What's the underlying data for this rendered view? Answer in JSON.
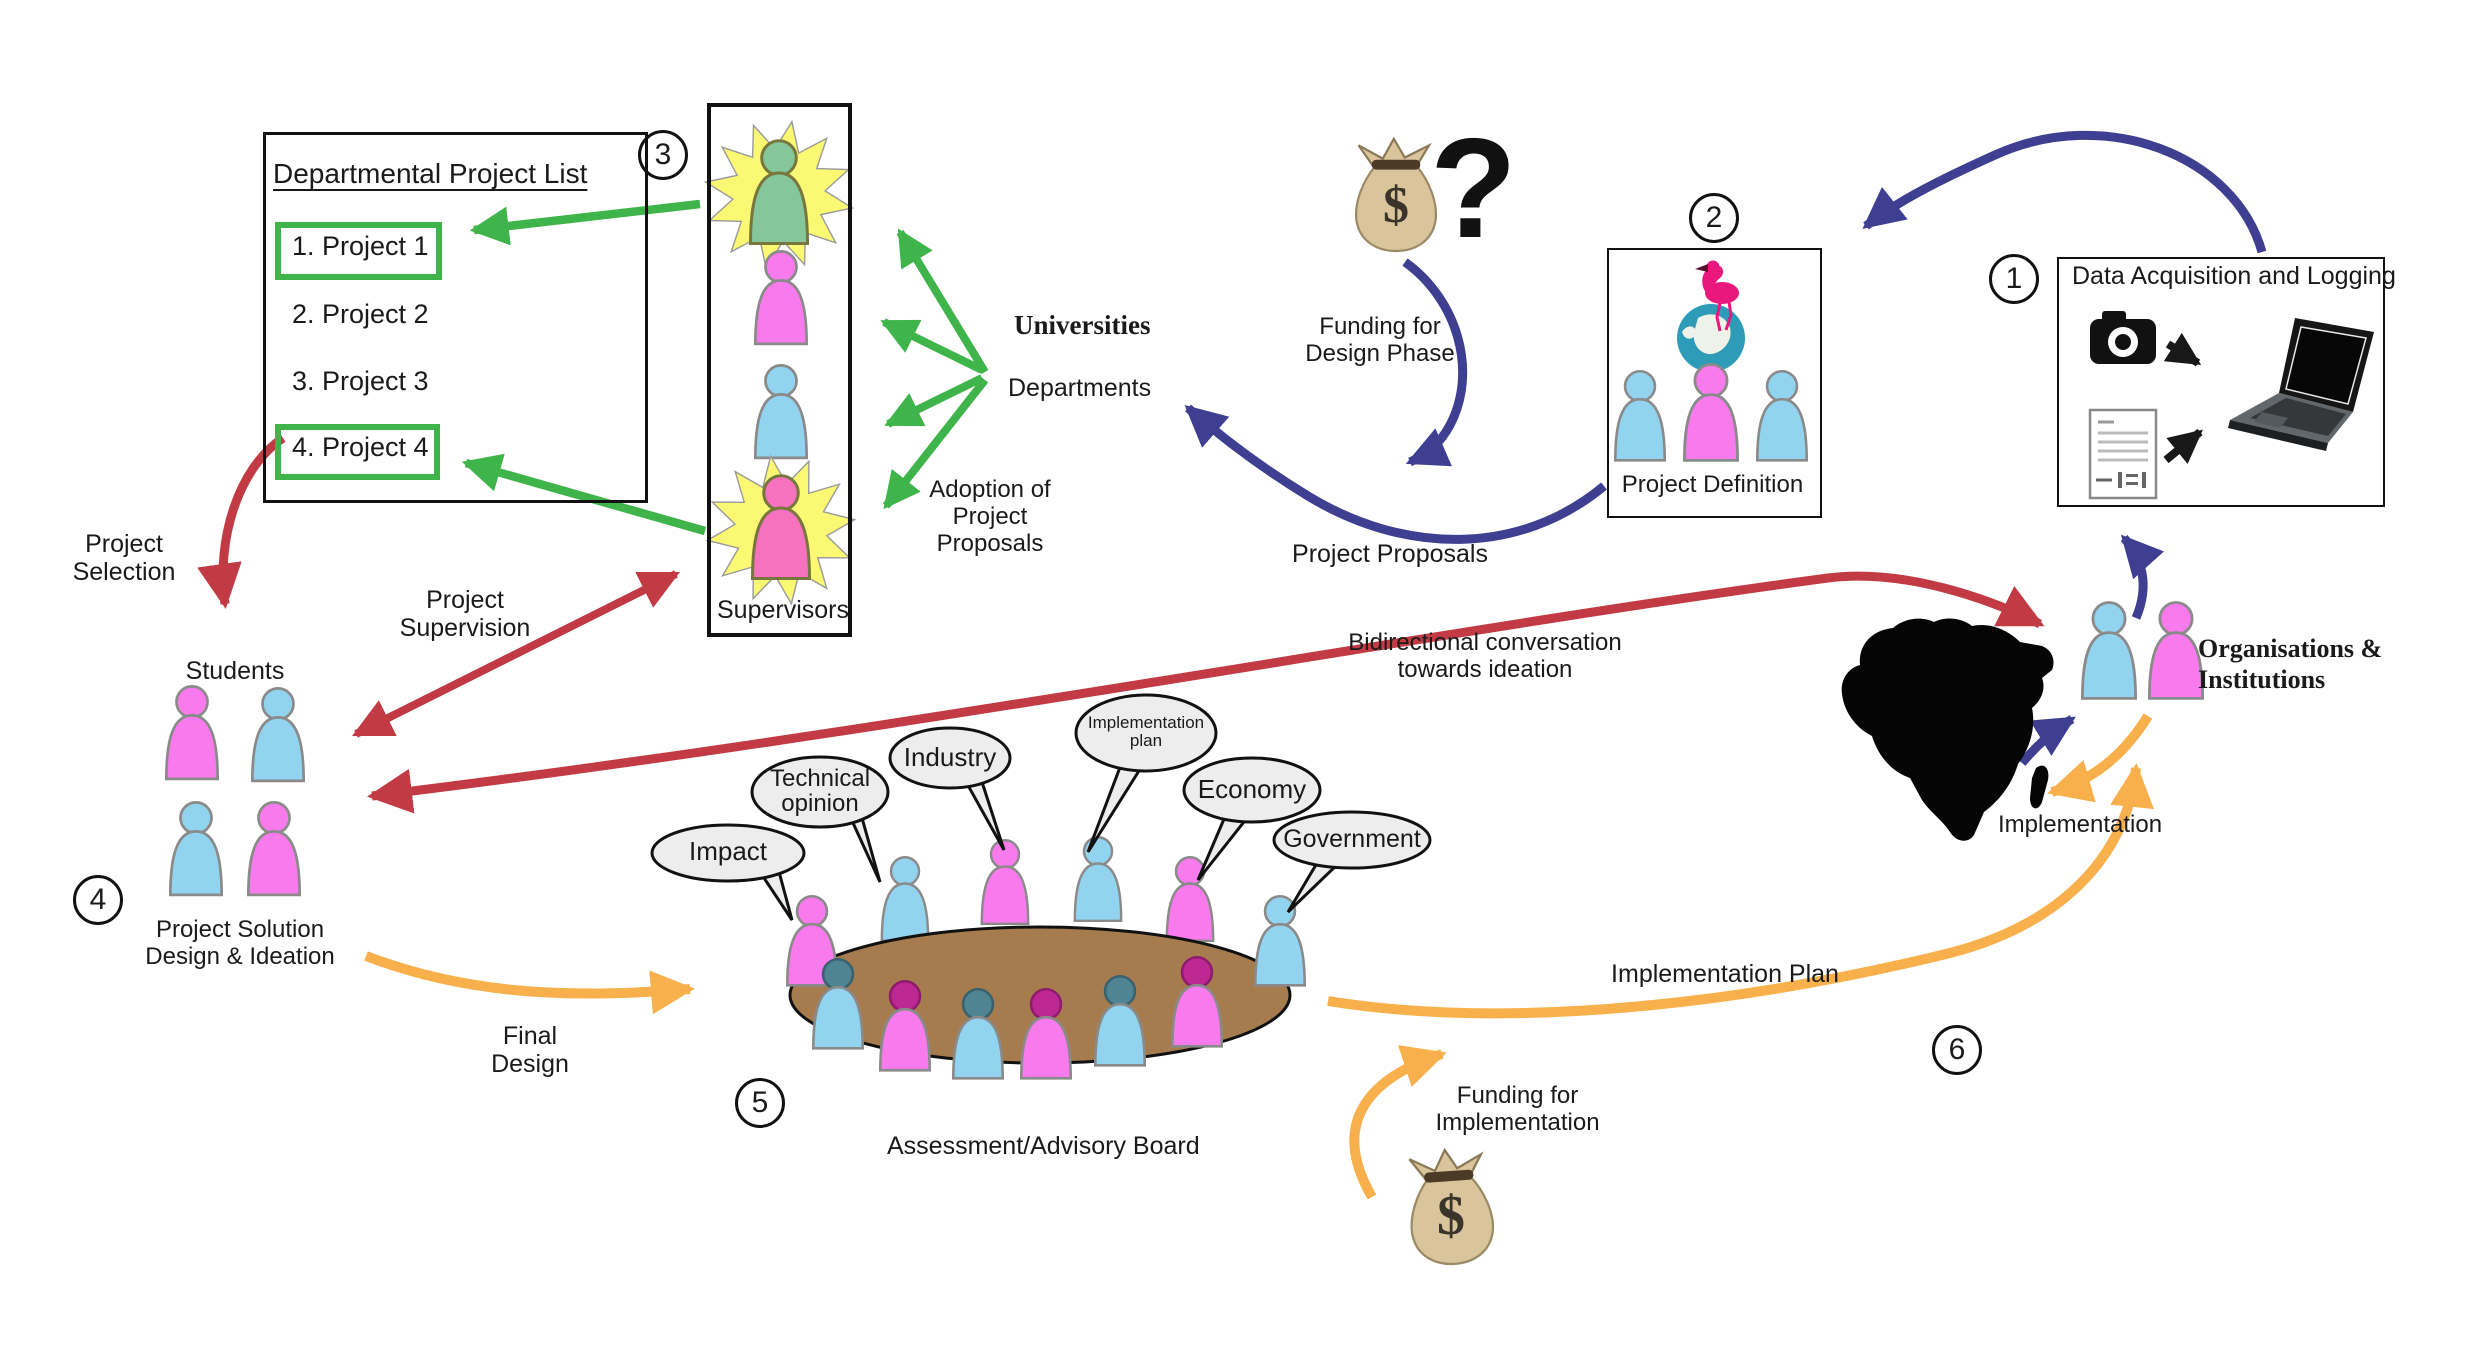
{
  "steps": {
    "s1": "1",
    "s2": "2",
    "s3": "3",
    "s4": "4",
    "s5": "5",
    "s6": "6"
  },
  "project_list": {
    "title": "Departmental Project List",
    "item1": "1. Project 1",
    "item2": "2. Project 2",
    "item3": "3. Project 3",
    "item4": "4. Project 4"
  },
  "labels": {
    "project_selection": "Project Selection",
    "project_supervision": "Project Supervision",
    "students": "Students",
    "project_solution": "Project Solution Design & Ideation",
    "final_design": "Final Design",
    "supervisors": "Supervisors",
    "universities": "Universities",
    "departments": "Departments",
    "adoption": "Adoption of Project Proposals",
    "project_proposals": "Project Proposals",
    "funding_design": "Funding for Design Phase",
    "bidirectional": "Bidirectional conversation towards ideation",
    "project_definition": "Project Definition",
    "data_acquisition": "Data Acquisition and Logging",
    "organisations": "Organisations & Institutions",
    "implementation": "Implementation",
    "implementation_plan": "Implementation Plan",
    "funding_implementation": "Funding for Implementation",
    "assessment_board": "Assessment/Advisory Board",
    "question_mark": "?",
    "money_top": "$",
    "money_bottom": "$"
  },
  "bubbles": {
    "impact": "Impact",
    "technical_opinion": "Technical opinion",
    "industry": "Industry",
    "implementation_plan": "Implementation plan",
    "economy": "Economy",
    "government": "Government"
  },
  "colors": {
    "green": "#3FB44A",
    "red": "#C23B44",
    "blue": "#3F3F92",
    "yellow": "#F8B04C",
    "pink_person": "#F97AEC",
    "blue_person": "#92D4F0"
  }
}
